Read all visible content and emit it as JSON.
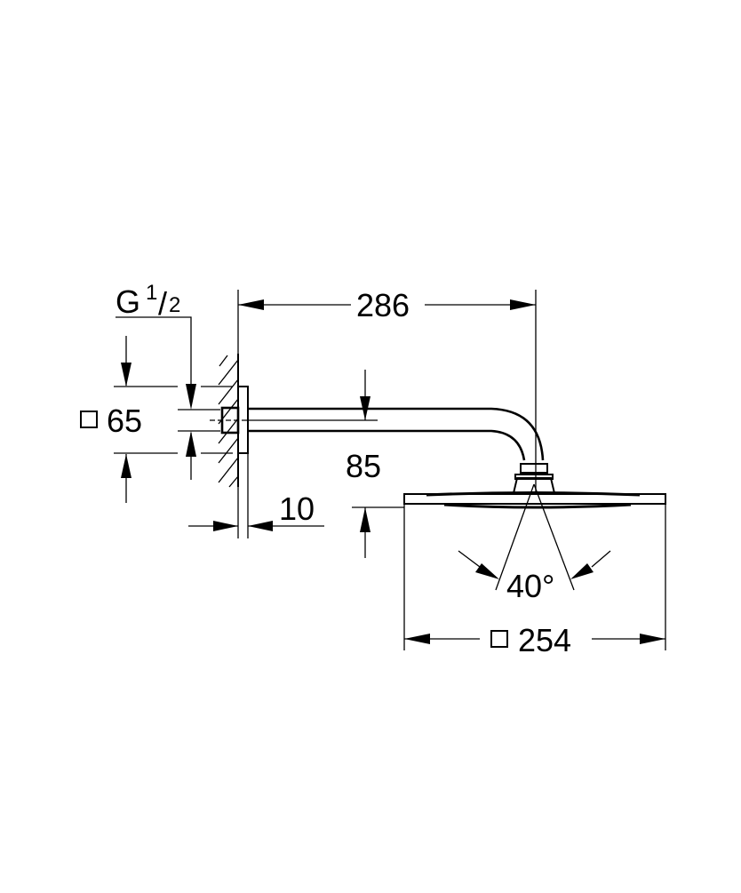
{
  "drawing": {
    "title": "Shower head with wall arm – dimensional drawing",
    "line_color": "#000000",
    "background": "#ffffff"
  },
  "labels": {
    "thread": {
      "letter": "G",
      "numerator": "1",
      "slash": "/",
      "denominator": "2"
    },
    "flange_size": {
      "symbol": "square",
      "value": "65"
    },
    "arm_length": "286",
    "drop_height": "85",
    "flange_depth": "10",
    "spray_angle": "40°",
    "head_size": {
      "symbol": "square",
      "value": "254"
    }
  }
}
